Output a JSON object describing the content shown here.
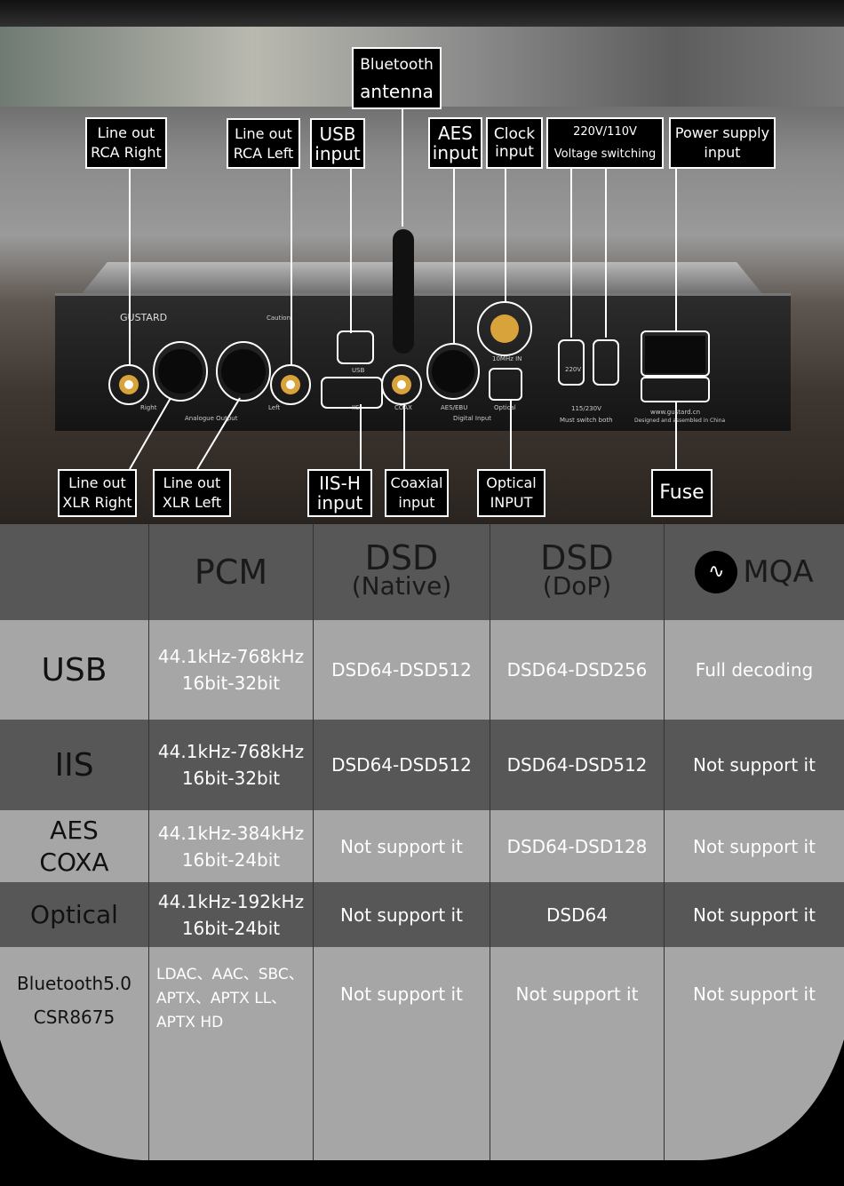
{
  "labels": {
    "bt_antenna": [
      "Bluetooth",
      "antenna"
    ],
    "rca_right": [
      "Line out",
      "RCA Right"
    ],
    "rca_left": [
      "Line out",
      "RCA Left"
    ],
    "usb": [
      "USB",
      "input"
    ],
    "aes": [
      "AES",
      "input"
    ],
    "clock": [
      "Clock",
      "input"
    ],
    "voltage": [
      "220V/110V",
      "Voltage switching"
    ],
    "power": [
      "Power supply",
      "input"
    ],
    "xlr_right": [
      "Line out",
      "XLR Right"
    ],
    "xlr_left": [
      "Line out",
      "XLR Left"
    ],
    "iis": [
      "IIS-H",
      "input"
    ],
    "coaxial": [
      "Coaxial",
      "input"
    ],
    "optical": [
      "Optical",
      "INPUT"
    ],
    "fuse": [
      "Fuse"
    ]
  },
  "panel": {
    "brand": "GUSTARD",
    "caution": "Caution",
    "right": "Right",
    "left": "Left",
    "analogue": "Analogue Output",
    "usb": "USB",
    "iis": "IIS",
    "coax": "COAX",
    "aes": "AES/EBU",
    "optical": "Optical",
    "digital": "Digital Input",
    "clock": "10MHz IN",
    "volt": "220V",
    "voltage": "115/230V",
    "must": "Must switch both",
    "web": "www.gustard.cn",
    "made": "Designed and assembled in China"
  },
  "table": {
    "headers": [
      "",
      "PCM",
      "DSD",
      "(Native)",
      "DSD",
      "(DoP)",
      "MQA"
    ],
    "rows": [
      {
        "name": [
          "USB"
        ],
        "pcm": [
          "44.1kHz-768kHz",
          "16bit-32bit"
        ],
        "native": "DSD64-DSD512",
        "dop": "DSD64-DSD256",
        "mqa": "Full decoding"
      },
      {
        "name": [
          "IIS"
        ],
        "pcm": [
          "44.1kHz-768kHz",
          "16bit-32bit"
        ],
        "native": "DSD64-DSD512",
        "dop": "DSD64-DSD512",
        "mqa": "Not support it"
      },
      {
        "name": [
          "AES",
          "COXA"
        ],
        "pcm": [
          "44.1kHz-384kHz",
          "16bit-24bit"
        ],
        "native": "Not support it",
        "dop": "DSD64-DSD128",
        "mqa": "Not support it"
      },
      {
        "name": [
          "Optical"
        ],
        "pcm": [
          "44.1kHz-192kHz",
          "16bit-24bit"
        ],
        "native": "Not support it",
        "dop": "DSD64",
        "mqa": "Not support it"
      },
      {
        "name": [
          "Bluetooth5.0",
          "CSR8675"
        ],
        "pcm": [
          "LDAC、AAC、SBC、",
          "APTX、APTX LL、",
          "APTX HD"
        ],
        "native": "Not support it",
        "dop": "Not support it",
        "mqa": "Not support it"
      }
    ]
  },
  "colors": {
    "light_row": "#a6a6a6",
    "dark_row": "#575757"
  }
}
